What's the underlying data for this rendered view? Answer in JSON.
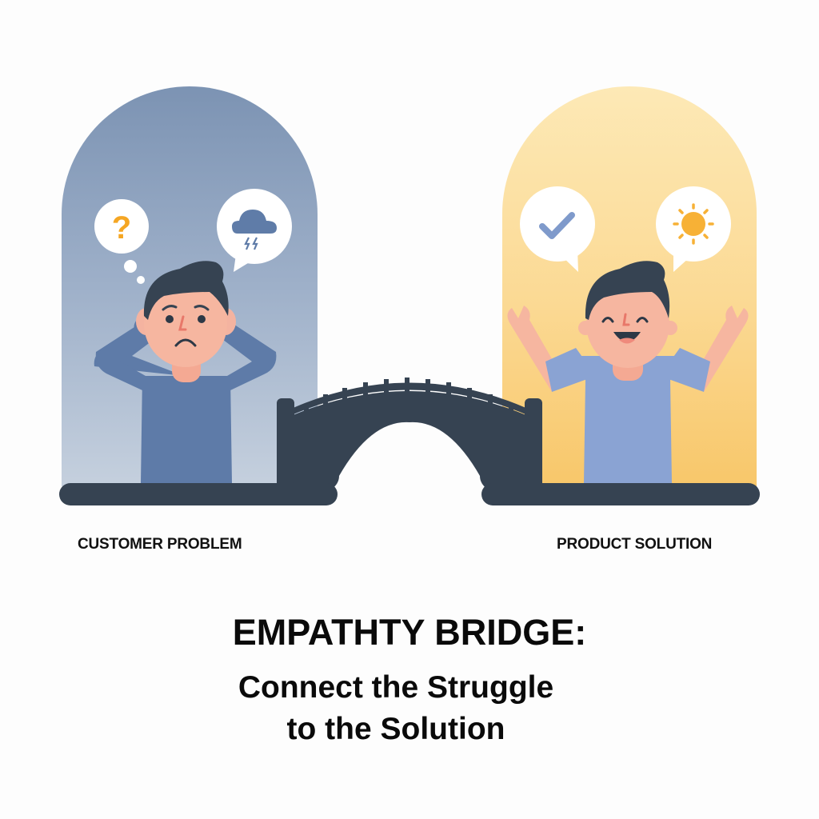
{
  "diagram": {
    "left_panel": {
      "label": "CUSTOMER PROBLEM",
      "background_colors": [
        "#7c93b3",
        "#c5d0de"
      ],
      "person": {
        "expression": "worried",
        "pose": "hands-on-head",
        "shirt_color": "#5e7ba8"
      },
      "bubbles": [
        {
          "type": "thought",
          "icon": "question-mark-icon",
          "glyph": "?",
          "color": "#f5a623"
        },
        {
          "type": "speech",
          "icon": "storm-cloud-icon",
          "color": "#5f7ca8"
        }
      ]
    },
    "right_panel": {
      "label": "PRODUCT SOLUTION",
      "background_colors": [
        "#fde9b6",
        "#f8c76a"
      ],
      "person": {
        "expression": "happy",
        "pose": "arms-raised",
        "shirt_color": "#8aa3d3"
      },
      "bubbles": [
        {
          "type": "speech",
          "icon": "checkmark-icon",
          "color": "#7f9acb"
        },
        {
          "type": "speech",
          "icon": "sun-icon",
          "color": "#f7b136"
        }
      ]
    },
    "bridge": {
      "color": "#364352",
      "connects": [
        "CUSTOMER PROBLEM",
        "PRODUCT SOLUTION"
      ]
    },
    "title": "EMPATHTY BRIDGE:",
    "subtitle_line1": "Connect the Struggle",
    "subtitle_line2": "to the Solution"
  }
}
